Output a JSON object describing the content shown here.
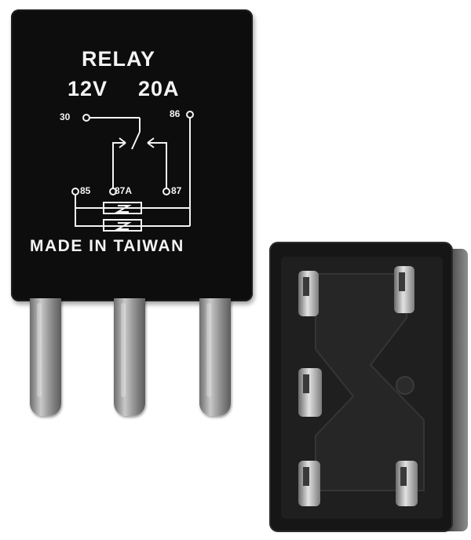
{
  "relay_label": {
    "title": "RELAY",
    "voltage": "12V",
    "current": "20A",
    "origin": "MADE IN TAIWAN"
  },
  "pins": {
    "p30": "30",
    "p86": "86",
    "p85": "85",
    "p87a": "87A",
    "p87": "87"
  },
  "colors": {
    "housing": "#0d0d0d",
    "print": "#f4f4f4",
    "terminal_metal": "#b8b8b8",
    "bottom_housing": "#1a1a1a"
  }
}
